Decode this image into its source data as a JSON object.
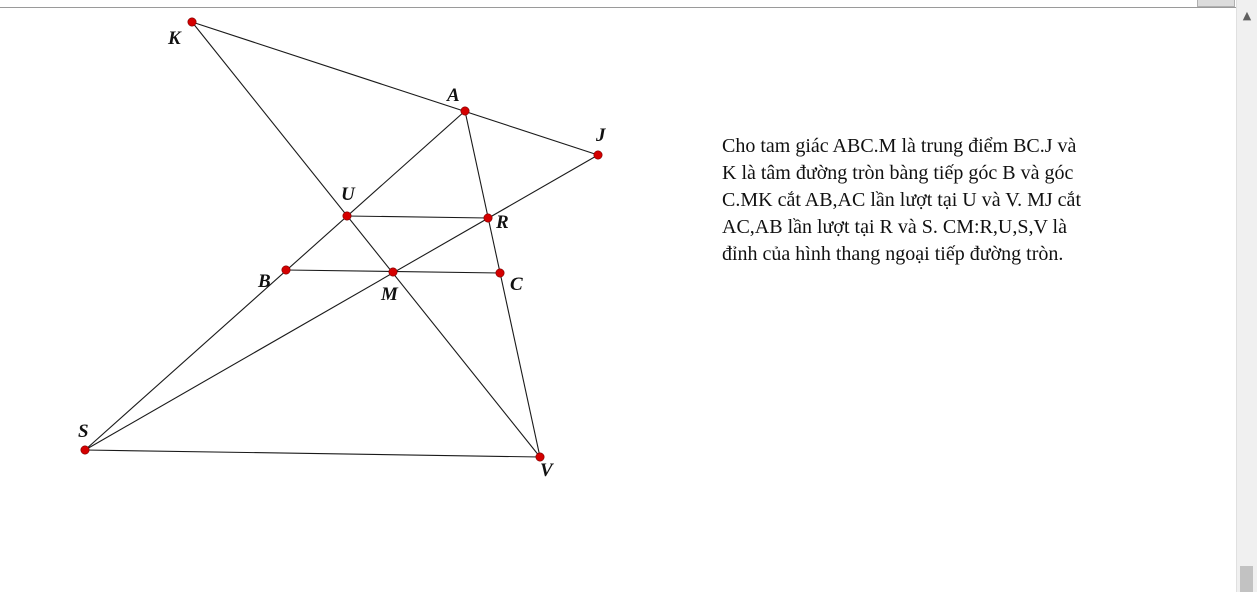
{
  "problem": {
    "text": "Cho tam giác ABC.M là trung điểm BC.J và\nK là tâm đường tròn bàng tiếp góc B và góc\nC.MK cắt AB,AC lần lượt tại U và V. MJ cắt\nAC,AB lần lượt tại R và S. CM:R,U,S,V là\nđỉnh của hình thang ngoại tiếp đường tròn."
  },
  "figure": {
    "points": [
      {
        "id": "K",
        "label": "K"
      },
      {
        "id": "A",
        "label": "A"
      },
      {
        "id": "J",
        "label": "J"
      },
      {
        "id": "U",
        "label": "U"
      },
      {
        "id": "R",
        "label": "R"
      },
      {
        "id": "B",
        "label": "B"
      },
      {
        "id": "M",
        "label": "M"
      },
      {
        "id": "C",
        "label": "C"
      },
      {
        "id": "S",
        "label": "S"
      },
      {
        "id": "V",
        "label": "V"
      }
    ],
    "segments": [
      [
        "K",
        "J"
      ],
      [
        "K",
        "V"
      ],
      [
        "S",
        "A"
      ],
      [
        "A",
        "V"
      ],
      [
        "S",
        "J"
      ],
      [
        "S",
        "V"
      ],
      [
        "B",
        "C"
      ],
      [
        "U",
        "R"
      ]
    ],
    "point_color": "#d40000",
    "line_color": "#1a1a1a"
  },
  "scrollbar": {
    "up_arrow_icon": "chevron-up-icon"
  }
}
